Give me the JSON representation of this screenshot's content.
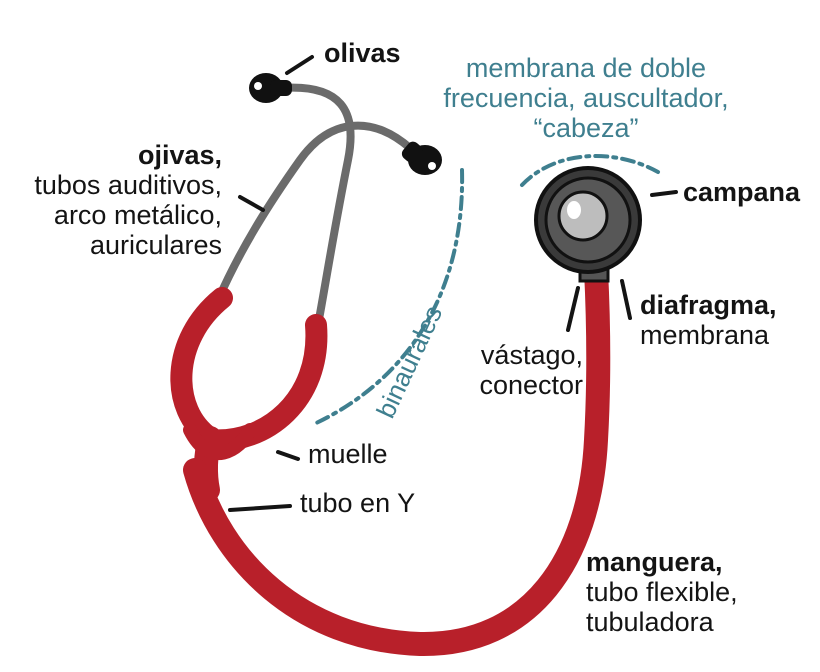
{
  "labels": {
    "olivas": "olivas",
    "ojivas_bold": "ojivas,",
    "ojivas_l2": "tubos auditivos,",
    "ojivas_l3": "arco metálico,",
    "ojivas_l4": "auriculares",
    "membrana_l1": "membrana de doble",
    "membrana_l2": "frecuencia, auscultador,",
    "membrana_l3": "“cabeza”",
    "campana": "campana",
    "diafragma_bold": "diafragma,",
    "diafragma_l2": "membrana",
    "vastago_l1": "vástago,",
    "vastago_l2": "conector",
    "binaurales": "binaurales",
    "muelle": "muelle",
    "tubo_y": "tubo en Y",
    "manguera_bold": "manguera,",
    "manguera_l2": "tubo flexible,",
    "manguera_l3": "tubuladora"
  },
  "colors": {
    "tube_red": "#b8202a",
    "metal_gray": "#6b6b6b",
    "accent_teal": "#3f7f8f",
    "ink": "#141414"
  }
}
